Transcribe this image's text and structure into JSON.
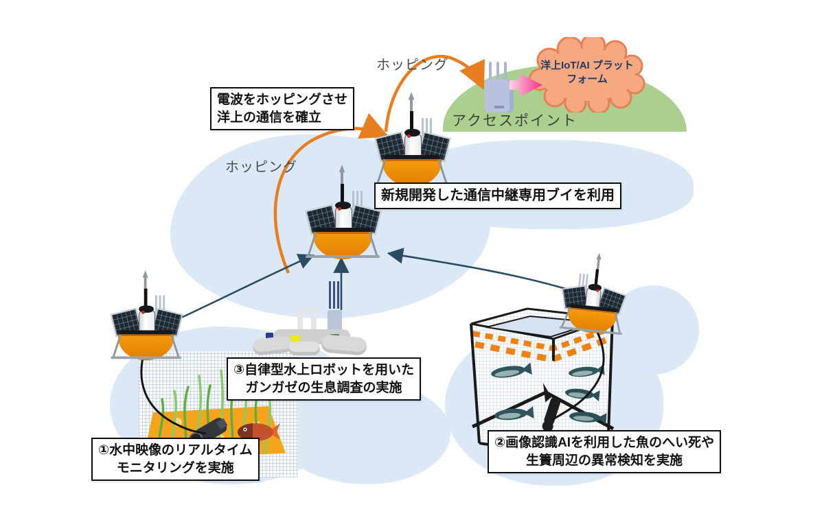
{
  "labels": {
    "hopping_top": "ホッピング",
    "hopping_mid": "ホッピング",
    "access_point": "アクセスポイント",
    "cloud": {
      "line1": "洋上IoT/AI",
      "line2": "プラットフォーム"
    }
  },
  "callouts": {
    "establish": {
      "line1": "電波をホッピングさせ",
      "line2": "洋上の通信を確立"
    },
    "relay_buoy": {
      "line1": "新規開発した通信中継専用ブイを利用"
    },
    "step1": {
      "line1": "①水中映像のリアルタイム",
      "line2": "モニタリングを実施"
    },
    "step2": {
      "line1": "②画像認識AIを利用した魚のへい死や",
      "line2": "生簀周辺の異常検知を実施"
    },
    "step3": {
      "line1": "③自律型水上ロボットを用いた",
      "line2": "ガンガゼの生息調査の実施"
    }
  },
  "icons": {
    "relay_buoy": "solar-buoy-icon",
    "access_point": "access-point-antenna-icon",
    "cloud_platform": "cloud-icon",
    "surface_robot": "catamaran-robot-icon",
    "underwater_camera": "camera-icon",
    "fish_cage": "net-cage-icon",
    "fish": "fish-icon",
    "seaweed": "seaweed-icon"
  },
  "colors": {
    "water_blob": "#dbe8f6",
    "hill_green": "#aacf8f",
    "cloud_fill": "#f6a981",
    "cloud_border": "#e87f55",
    "cloud_text": "#1f3864",
    "orange_arrow": "#e87e20",
    "navy_arrow": "#2b4a63",
    "pink_arrow": "#f0308a",
    "buoy_orange": "#f08c05",
    "float_orange": "#f08214",
    "seabed_orange": "#f5a41c",
    "seaweed_green": "#5fae43"
  }
}
